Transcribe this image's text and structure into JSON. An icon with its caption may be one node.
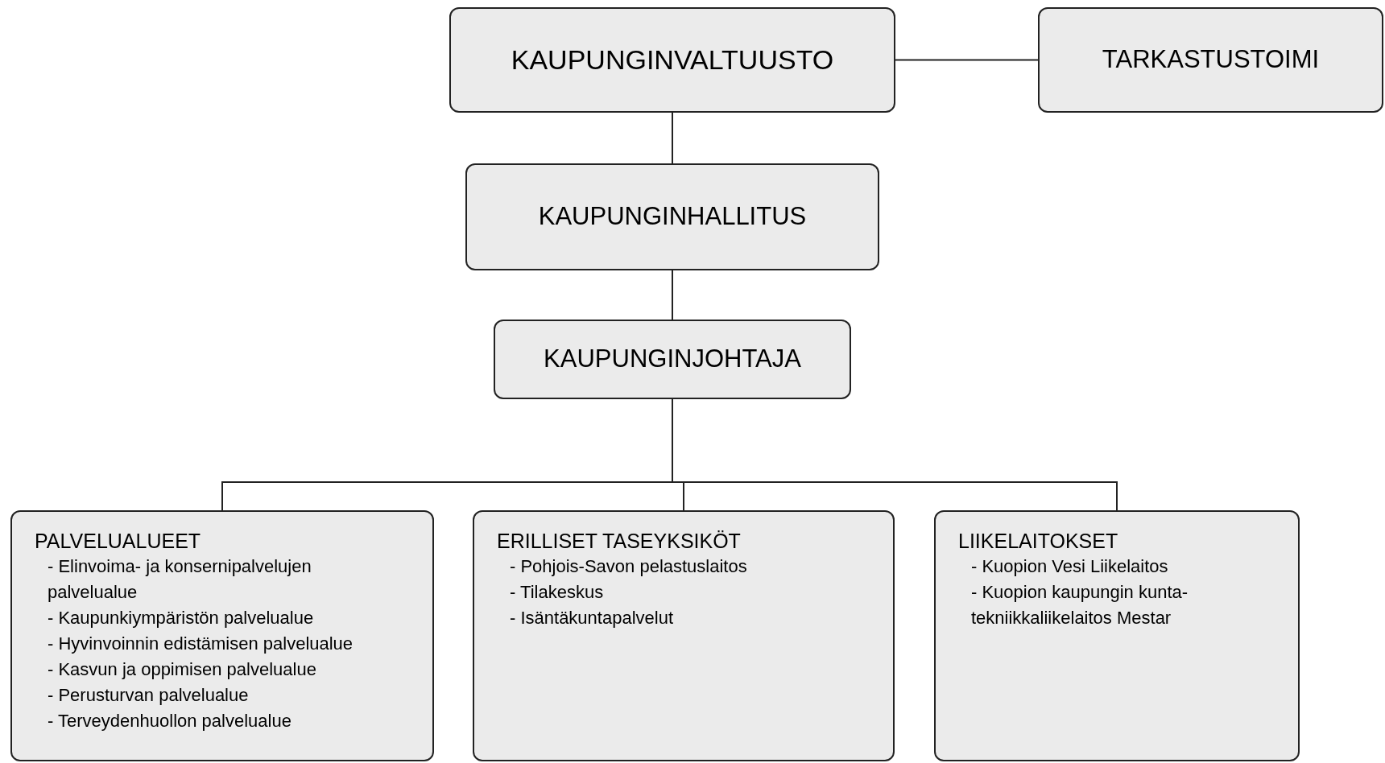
{
  "diagram": {
    "nodes": [
      {
        "text": [
          "KAUPUNGINVALTUUSTO"
        ]
      },
      {
        "text": [
          "TARKASTUSTOIMI"
        ]
      },
      {
        "text": [
          "KAUPUNGINHALLITUS"
        ]
      },
      {
        "text": [
          "KAUPUNGINJOHTAJA"
        ]
      },
      {
        "text": [
          "PALVELUALUEET",
          "- Elinvoima- ja konsernipalvelujen palvelualue",
          "- Kaupunkiympäristön palvelualue",
          "- Hyvinvoinnin edistämisen palvelualue",
          "- Kasvun ja oppimisen palvelualue",
          "- Perusturvan palvelualue",
          "- Terveydenhuollon palvelualue"
        ]
      },
      {
        "text": [
          "ERILLISET TASEYKSIKÖT",
          "- Pohjois-Savon pelastuslaitos",
          "- Tilakeskus",
          "- Isäntäkuntapalvelut"
        ]
      },
      {
        "text": [
          "LIIKELAITOKSET",
          "- Kuopion Vesi Liikelaitos",
          "- Kuopion kaupungin kunta- tekniikkaliikelaitos Mestar"
        ]
      }
    ],
    "edges": [
      {
        "from": 0,
        "to": 1,
        "arrow": "none"
      },
      {
        "from": 0,
        "to": 2,
        "arrow": "none"
      },
      {
        "from": 2,
        "to": 3,
        "arrow": "none"
      },
      {
        "from": 3,
        "to": 4,
        "arrow": "none"
      },
      {
        "from": 3,
        "to": 5,
        "arrow": "none"
      },
      {
        "from": 3,
        "to": 6,
        "arrow": "none"
      }
    ]
  }
}
